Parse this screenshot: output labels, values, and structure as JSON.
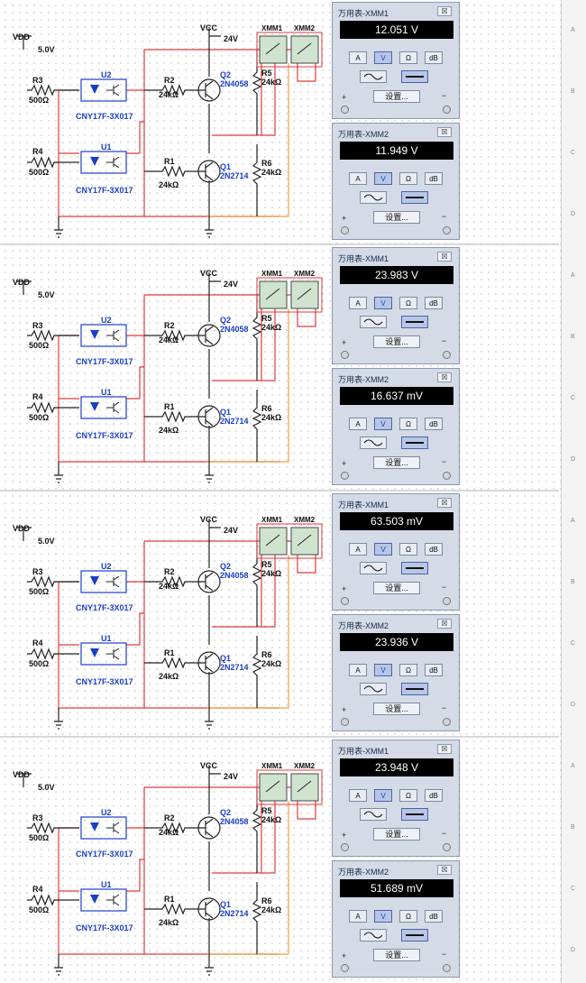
{
  "labels": {
    "vdd": "VDD",
    "vdd_value": "5.0V",
    "vcc": "VCC",
    "vcc_value": "24V",
    "r3": "R3",
    "r3_value": "500Ω",
    "r4": "R4",
    "r4_value": "500Ω",
    "u2": "U2",
    "u1": "U1",
    "optocoupler": "CNY17F-3X017",
    "r2": "R2",
    "r2_value": "24kΩ",
    "r1": "R1",
    "r1_value": "24kΩ",
    "q2": "Q2",
    "q2_model": "2N4058",
    "q1": "Q1",
    "q1_model": "2N2714",
    "r5": "R5",
    "r5_value": "24kΩ",
    "r6": "R6",
    "r6_value": "24kΩ",
    "xmm1": "XMM1",
    "xmm2": "XMM2"
  },
  "multimeter_ui": {
    "title_xmm1": "万用表-XMM1",
    "title_xmm2": "万用表-XMM2",
    "close": "☒",
    "btn_a": "A",
    "btn_v": "V",
    "btn_ohm": "Ω",
    "btn_db": "dB",
    "set": "设置...",
    "plus": "+",
    "minus": "−"
  },
  "panels": [
    {
      "xmm1_reading": "12.051 V",
      "xmm2_reading": "11.949 V"
    },
    {
      "xmm1_reading": "23.983 V",
      "xmm2_reading": "16.637 mV"
    },
    {
      "xmm1_reading": "63.503 mV",
      "xmm2_reading": "23.936 V"
    },
    {
      "xmm1_reading": "23.948 V",
      "xmm2_reading": "51.689 mV"
    }
  ],
  "ruler": [
    "A",
    "B",
    "C",
    "D",
    "A",
    "B",
    "C",
    "D",
    "A",
    "B",
    "C",
    "D",
    "A",
    "B",
    "C",
    "D"
  ],
  "colors": {
    "wire_red": "#e03a3a",
    "wire_orange": "#f0a040",
    "component_blue": "#1a3ec8"
  }
}
